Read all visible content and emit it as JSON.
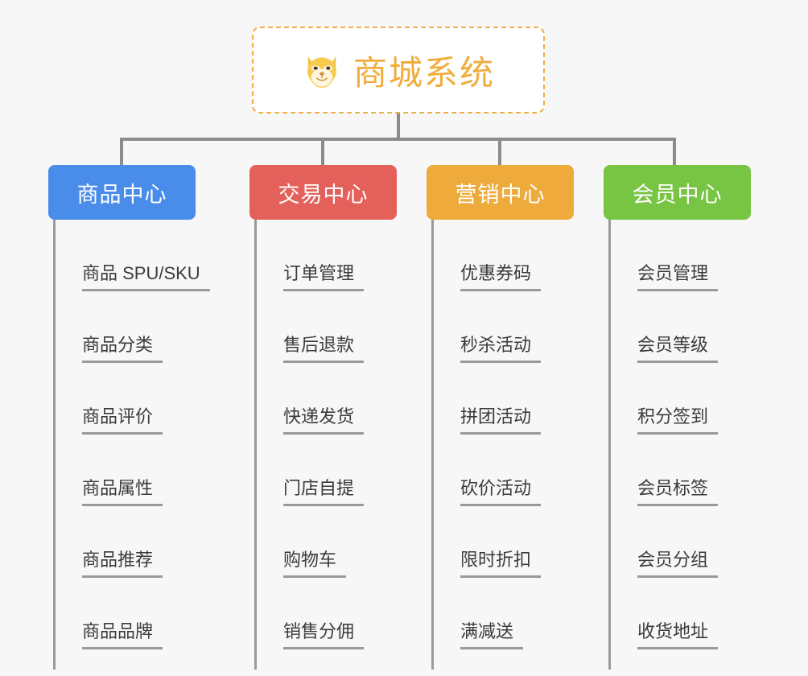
{
  "diagram": {
    "title": "商城系统",
    "type": "mind-map",
    "background_color": "#f7f7f7",
    "line_color": "#8c8c8c"
  },
  "root": {
    "label": "商城系统",
    "icon": "shiba-dog-face-icon",
    "text_color": "#f0ad3c",
    "border_color": "#f0ae48",
    "border_style": "dashed",
    "background_color": "#ffffff"
  },
  "columns": [
    {
      "label": "商品中心",
      "color": "#4a8cea",
      "items": [
        {
          "label": "商品 SPU/SKU"
        },
        {
          "label": "商品分类"
        },
        {
          "label": "商品评价"
        },
        {
          "label": "商品属性"
        },
        {
          "label": "商品推荐"
        },
        {
          "label": "商品品牌"
        }
      ]
    },
    {
      "label": "交易中心",
      "color": "#e3605b",
      "items": [
        {
          "label": "订单管理"
        },
        {
          "label": "售后退款"
        },
        {
          "label": "快递发货"
        },
        {
          "label": "门店自提"
        },
        {
          "label": "购物车"
        },
        {
          "label": "销售分佣"
        }
      ]
    },
    {
      "label": "营销中心",
      "color": "#eeab3c",
      "items": [
        {
          "label": "优惠券码"
        },
        {
          "label": "秒杀活动"
        },
        {
          "label": "拼团活动"
        },
        {
          "label": "砍价活动"
        },
        {
          "label": "限时折扣"
        },
        {
          "label": "满减送"
        }
      ]
    },
    {
      "label": "会员中心",
      "color": "#78c443",
      "items": [
        {
          "label": "会员管理"
        },
        {
          "label": "会员等级"
        },
        {
          "label": "积分签到"
        },
        {
          "label": "会员标签"
        },
        {
          "label": "会员分组"
        },
        {
          "label": "收货地址"
        }
      ]
    }
  ]
}
